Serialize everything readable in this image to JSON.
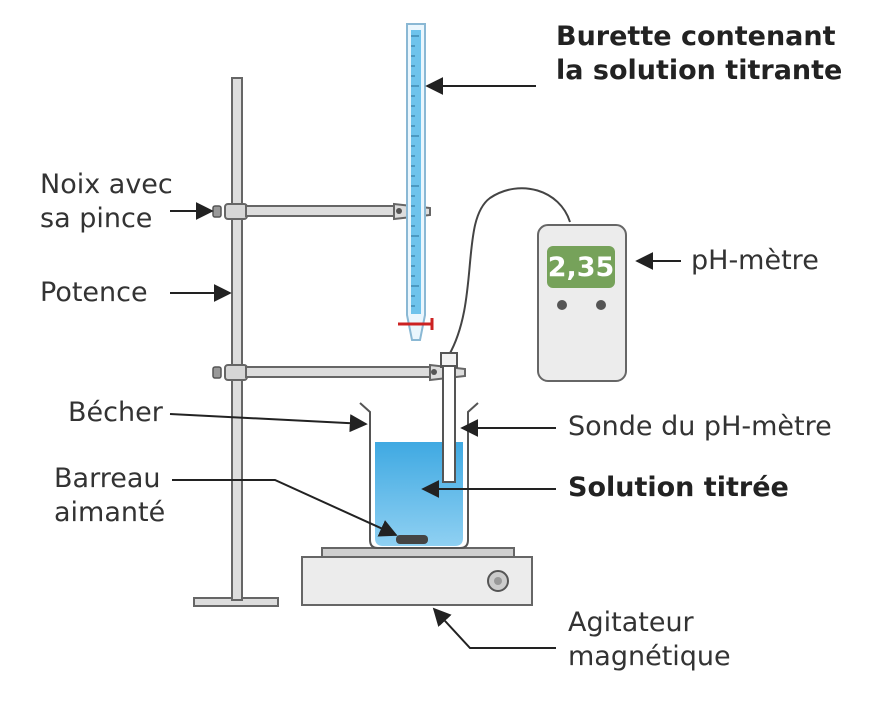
{
  "labels": {
    "burette": "Burette contenant\nla solution titrante",
    "noix": "Noix avec\nsa pince",
    "potence": "Potence",
    "ph_metre": "pH-mètre",
    "becher": "Bécher",
    "sonde": "Sonde du pH-mètre",
    "barreau": "Barreau\naimanté",
    "solution_titree": "Solution titrée",
    "agitateur": "Agitateur\nmagnétique"
  },
  "ph_meter": {
    "reading": "2,35"
  },
  "colors": {
    "metal": "#dddddd",
    "metal_stroke": "#666666",
    "glass_blue": "#6ec3ec",
    "liquid": "#4fb4e6",
    "display_green": "#76a25a",
    "arrow": "#222222",
    "stopcock_red": "#cc2222"
  }
}
